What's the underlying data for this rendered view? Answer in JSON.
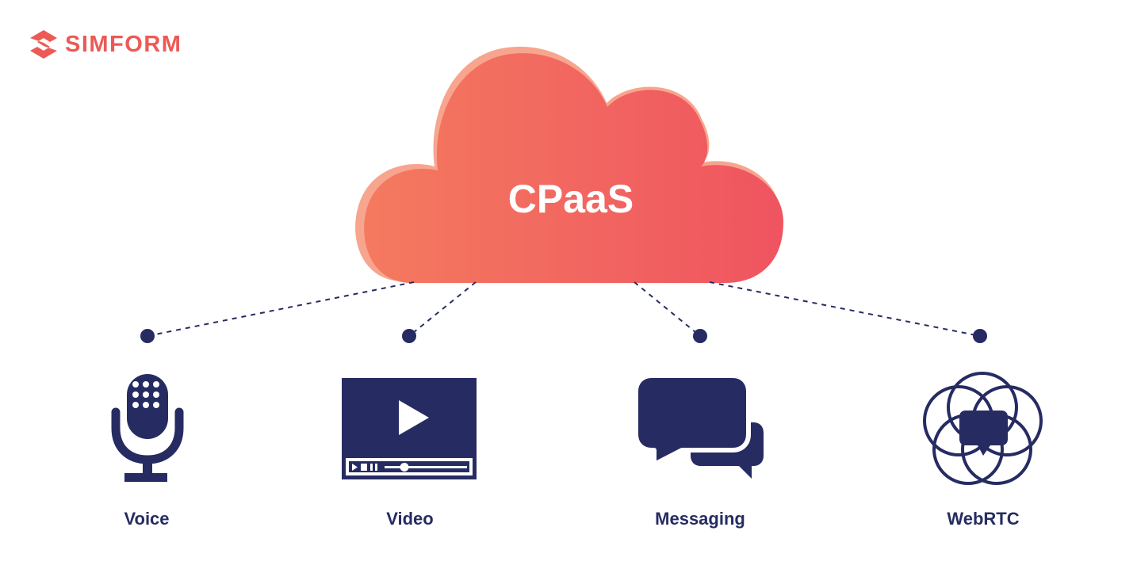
{
  "brand": {
    "name": "SIMFORM",
    "logo_icon": "simform-logo-icon"
  },
  "cloud": {
    "label": "CPaaS"
  },
  "services": [
    {
      "label": "Voice",
      "icon": "microphone-icon"
    },
    {
      "label": "Video",
      "icon": "video-player-icon"
    },
    {
      "label": "Messaging",
      "icon": "chat-bubbles-icon"
    },
    {
      "label": "WebRTC",
      "icon": "webrtc-icon"
    }
  ],
  "colors": {
    "brand": "#ec5a55",
    "cloud_gradient_start": "#f47a5f",
    "cloud_gradient_end": "#ef5460",
    "icon": "#262c62",
    "connector": "#262c62"
  }
}
